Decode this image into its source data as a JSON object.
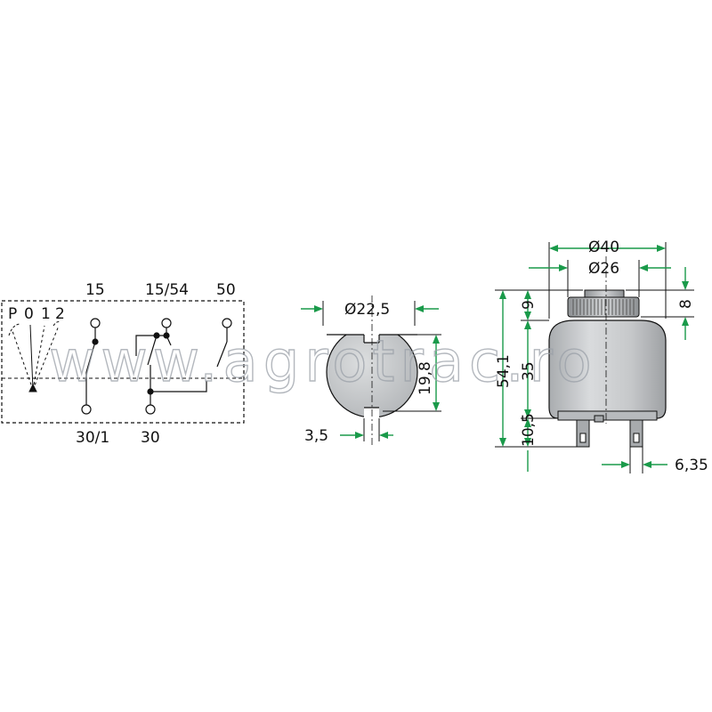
{
  "wiring": {
    "positions": [
      "P",
      "0",
      "1",
      "2"
    ],
    "top_terminals": [
      "15",
      "15/54",
      "50"
    ],
    "bottom_terminals": [
      "30/1",
      "30"
    ]
  },
  "front_view": {
    "diameter": "Ø22,5",
    "slot_width": "3,5",
    "flat_height": "19,8"
  },
  "side_view": {
    "outer_diameter": "Ø40",
    "inner_diameter": "Ø26",
    "head_height": "9",
    "cap_height": "8",
    "total_height": "54,1",
    "body_height": "35",
    "pin_height": "10,5",
    "pin_width": "6,35"
  },
  "watermark": "www.agrotrac.ro",
  "colors": {
    "dimension_arrow": "#1a9a4a",
    "body_fill": "#cfd1d3",
    "line": "#111111"
  }
}
